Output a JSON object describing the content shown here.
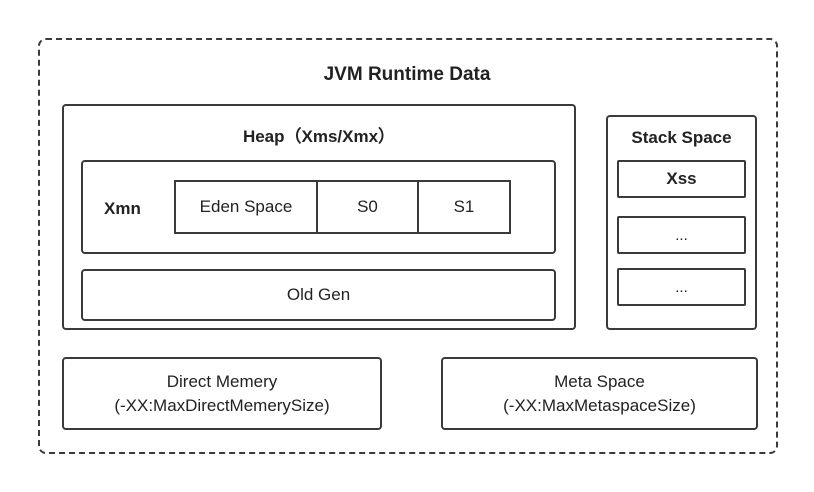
{
  "title": "JVM Runtime Data",
  "heap": {
    "title": "Heap（Xms/Xmx）",
    "young": {
      "label": "Xmn",
      "cells": [
        "Eden Space",
        "S0",
        "S1"
      ]
    },
    "old_label": "Old Gen"
  },
  "stack": {
    "title": "Stack Space",
    "items": [
      "Xss",
      "...",
      "..."
    ]
  },
  "direct_memory": {
    "line1": "Direct Memery",
    "line2": "(-XX:MaxDirectMemerySize)"
  },
  "meta_space": {
    "line1": "Meta Space",
    "line2": "(-XX:MaxMetaspaceSize)"
  }
}
